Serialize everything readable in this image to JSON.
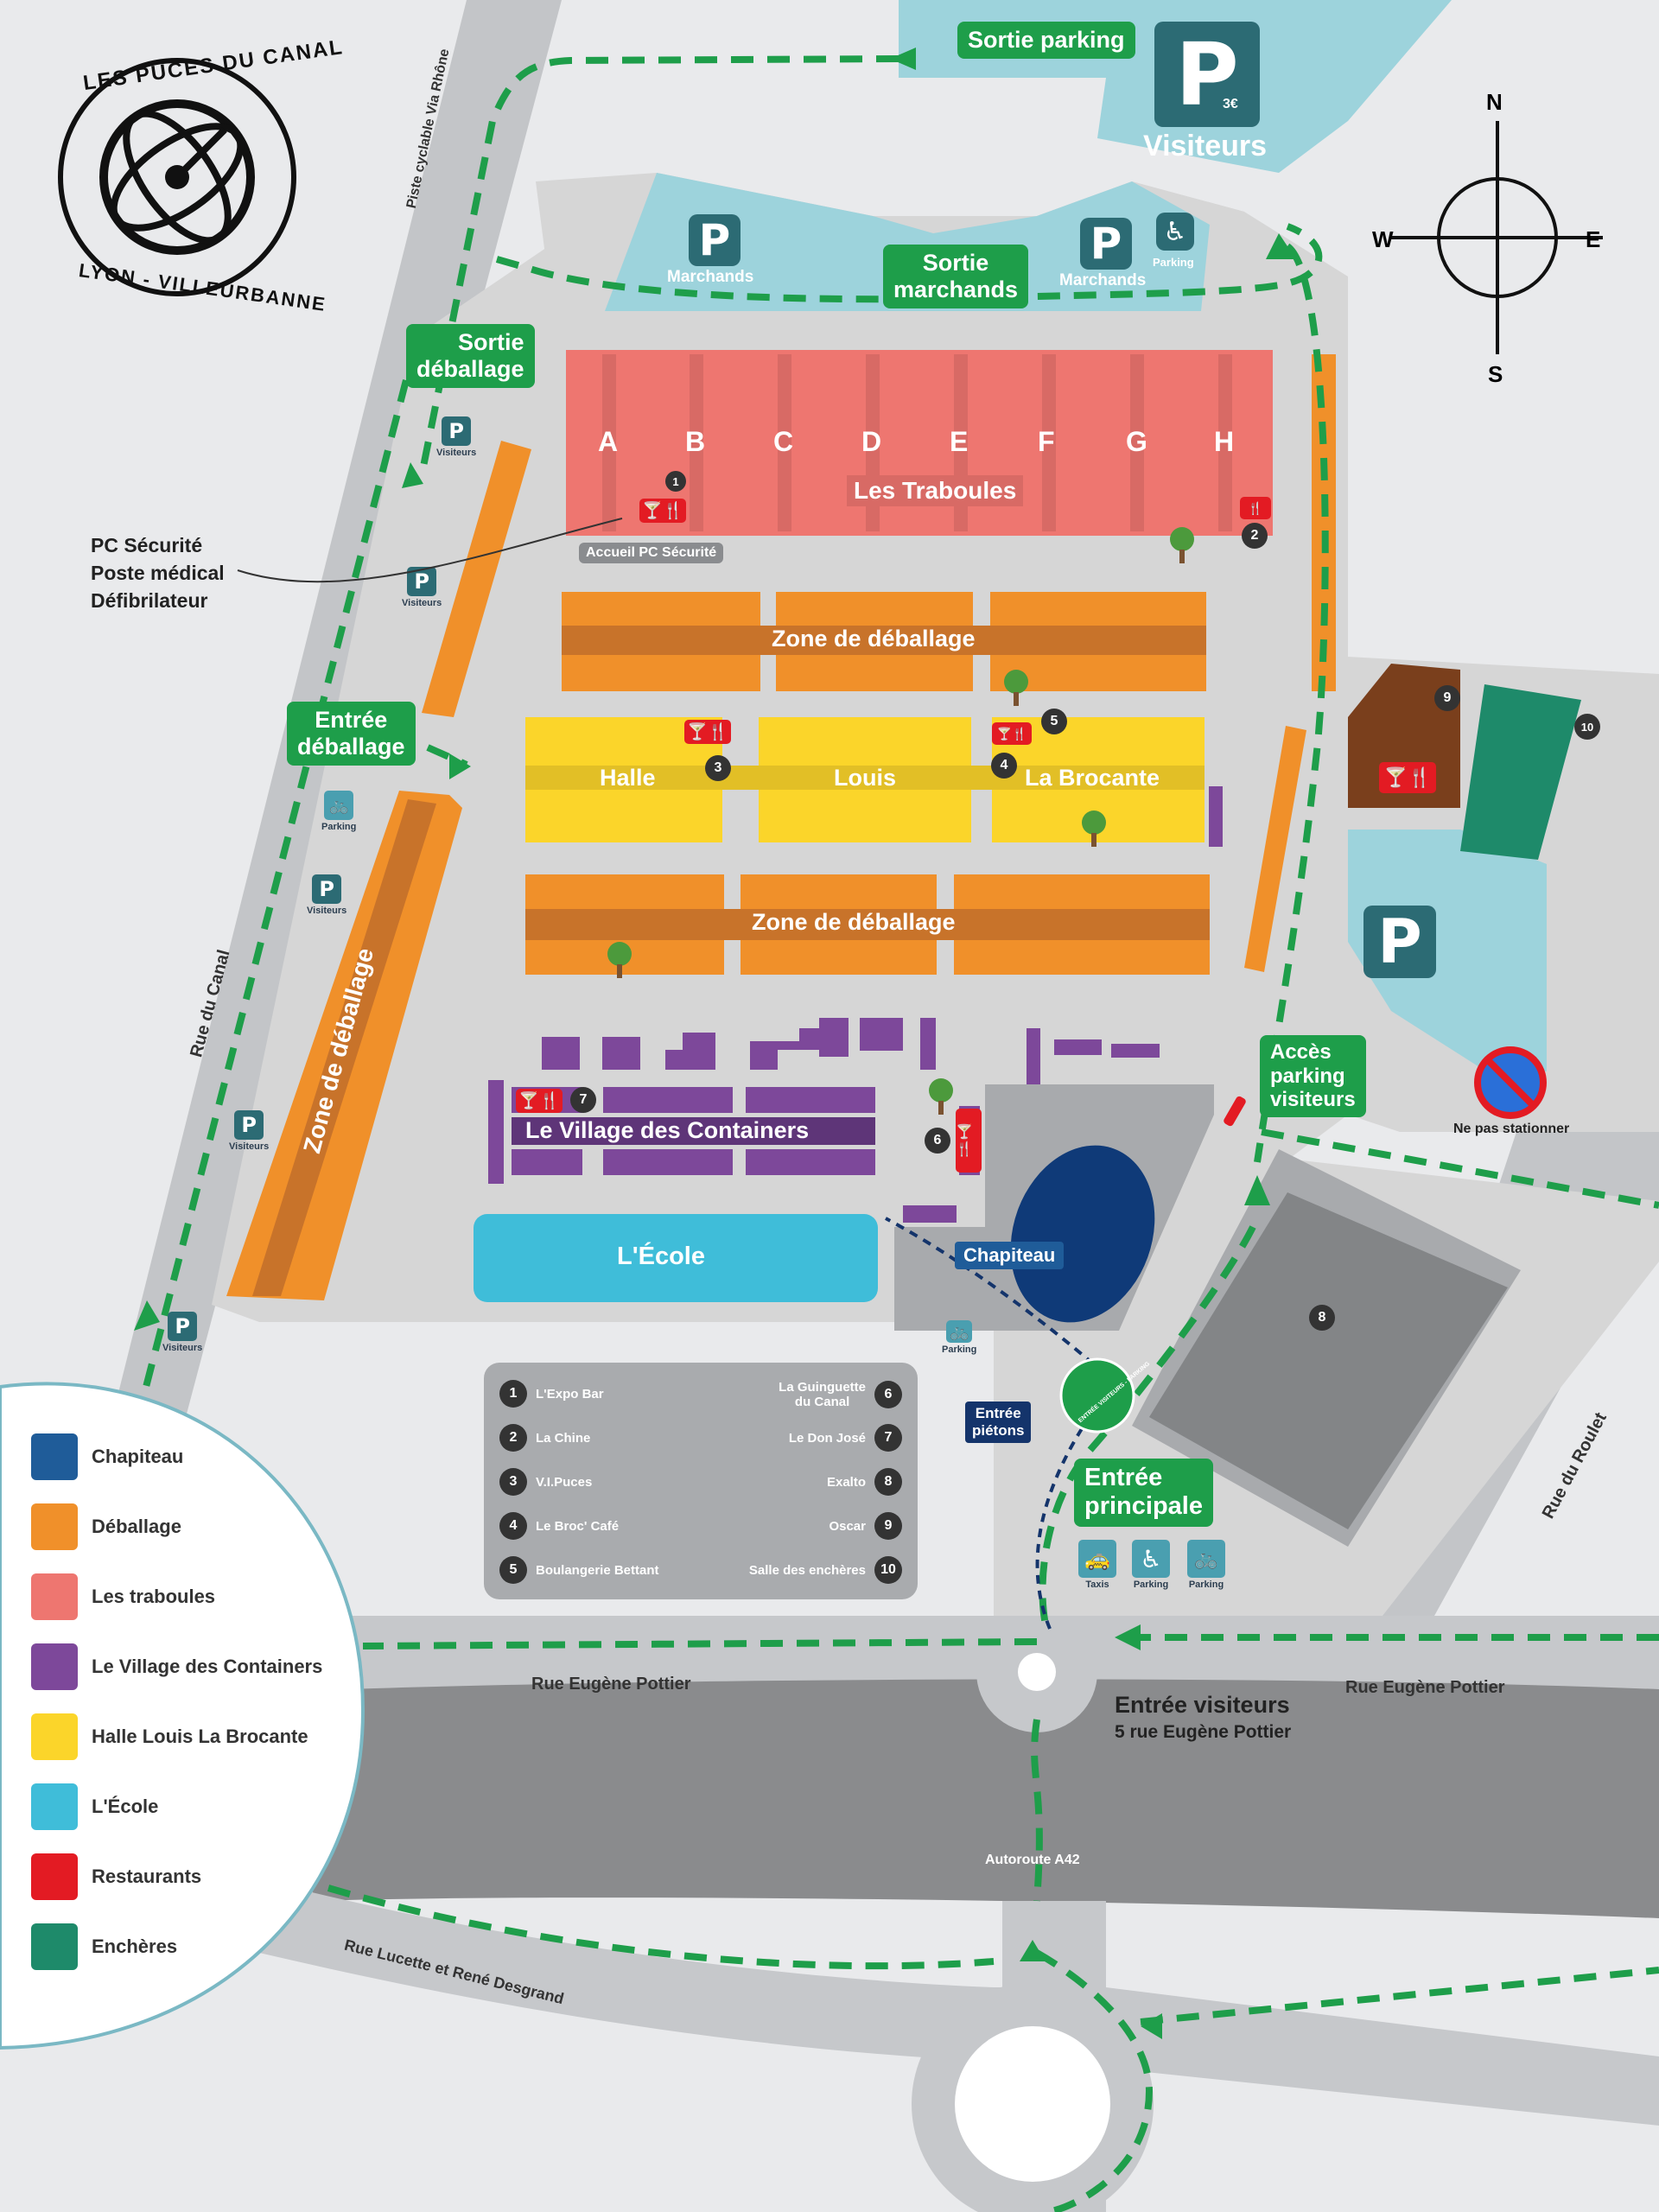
{
  "logo": {
    "top": "LES PUCES DU CANAL",
    "bottom": "LYON - VILLEURBANNE"
  },
  "compass": {
    "n": "N",
    "s": "S",
    "e": "E",
    "w": "W"
  },
  "parking": {
    "visiteurs_big": {
      "symbol": "P",
      "price": "3€",
      "label": "Visiteurs"
    },
    "marchands_left": {
      "symbol": "P",
      "label": "Marchands"
    },
    "marchands_right": {
      "symbol": "P",
      "label": "Marchands"
    },
    "pmr_label": "Parking",
    "east_big": {
      "symbol": "P"
    },
    "small_visiteurs": "Visiteurs",
    "bike_label": "Parking"
  },
  "tags": {
    "sortie_parking": "Sortie parking",
    "sortie_marchands": "Sortie\nmarchands",
    "sortie_deballage": "Sortie\ndéballage",
    "entree_deballage": "Entrée\ndéballage",
    "acces_parking": "Accès\nparking\nvisiteurs",
    "entree_principale": "Entrée\nprincipale"
  },
  "roads": {
    "piste": "Piste cyclable Via Rhône",
    "canal": "Rue du Canal",
    "roulet": "Rue du Roulet",
    "pottier_left": "Rue Eugène Pottier",
    "pottier_right": "Rue Eugène Pottier",
    "autoroute": "Autoroute A42",
    "desgrand": "Rue Lucette et René Desgrand"
  },
  "zones": {
    "traboules": "Les Traboules",
    "traboules_letters": [
      "A",
      "B",
      "C",
      "D",
      "E",
      "F",
      "G",
      "H"
    ],
    "accueil": "Accueil PC Sécurité",
    "deballage1": "Zone de déballage",
    "deballage2": "Zone de déballage",
    "deballage_west": "Zone de déballage",
    "halle": "Halle",
    "louis": "Louis",
    "brocante": "La Brocante",
    "village": "Le Village des Containers",
    "ecole": "L'École",
    "chapiteau": "Chapiteau"
  },
  "callout": {
    "line1": "PC Sécurité",
    "line2": "Poste médical",
    "line3": "Défibrilateur"
  },
  "no_parking": "Ne pas stationner",
  "entree_pietons": "Entrée\npiétons",
  "entree_badge": "ENTRÉE VISITEURS - PARKING",
  "entree_visiteurs": {
    "title": "Entrée visiteurs",
    "address": "5 rue Eugène Pottier"
  },
  "bottom_icons": {
    "taxis": "Taxis",
    "pmr": "Parking",
    "bike": "Parking"
  },
  "index": [
    {
      "n": "1",
      "label": "L'Expo Bar"
    },
    {
      "n": "2",
      "label": "La Chine"
    },
    {
      "n": "3",
      "label": "V.I.Puces"
    },
    {
      "n": "4",
      "label": "Le Broc' Café"
    },
    {
      "n": "5",
      "label": "Boulangerie Bettant"
    },
    {
      "n": "6",
      "label": "La Guinguette\ndu Canal"
    },
    {
      "n": "7",
      "label": "Le Don José"
    },
    {
      "n": "8",
      "label": "Exalto"
    },
    {
      "n": "9",
      "label": "Oscar"
    },
    {
      "n": "10",
      "label": "Salle des enchères"
    }
  ],
  "legend": [
    {
      "label": "Chapiteau",
      "color": "#1f5c99"
    },
    {
      "label": "Déballage",
      "color": "#f0902a"
    },
    {
      "label": "Les traboules",
      "color": "#ee7670"
    },
    {
      "label": "Le Village des Containers",
      "color": "#7d489a"
    },
    {
      "label": "Halle Louis La Brocante",
      "color": "#fbd52a"
    },
    {
      "label": "L'École",
      "color": "#3fbdd9"
    },
    {
      "label": "Restaurants",
      "color": "#e31b23"
    },
    {
      "label": "Enchères",
      "color": "#1e8a6a"
    }
  ],
  "colors": {
    "route": "#bfc1c4",
    "site": "#d6d6d6",
    "traboules": "#ee7670",
    "deballage": "#f0902a",
    "halle": "#fbd52a",
    "village": "#7d489a",
    "ecole": "#3fbdd9",
    "chapiteau": "#0f3a78",
    "parking": "#9dd3dc",
    "green": "#1e9e4a",
    "encheres": "#1e8a6a",
    "oscar": "#7a3f1c",
    "parking_icon": "#2c6b74"
  },
  "icons": [
    "parking-icon",
    "wheelchair-icon",
    "bike-icon",
    "taxi-icon",
    "tree-icon",
    "restaurant-icon",
    "no-parking-icon",
    "compass-icon",
    "toilet-icon"
  ]
}
